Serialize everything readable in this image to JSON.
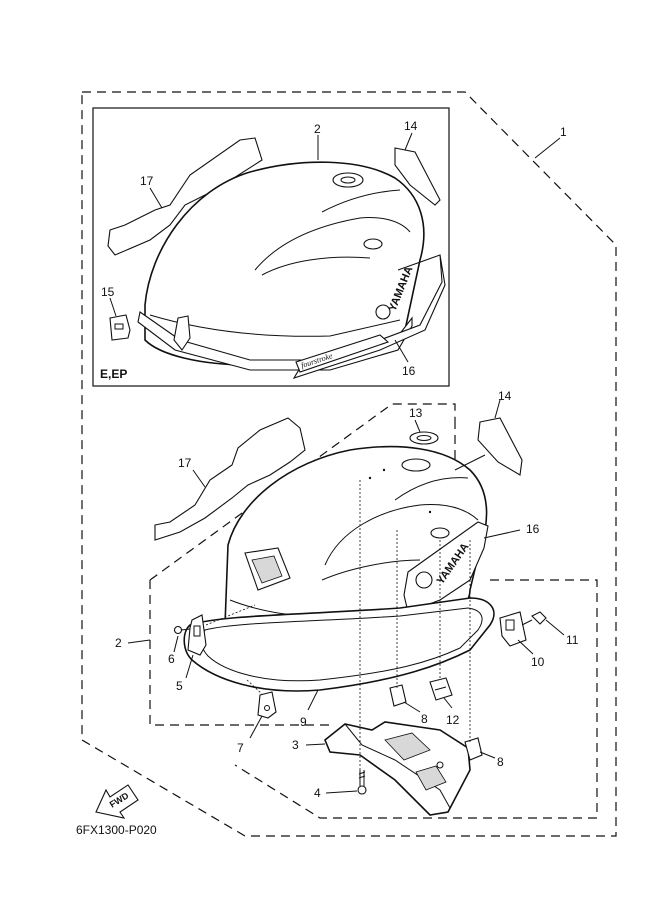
{
  "figure_code": "6FX1300-P020",
  "inset_label": "E,EP",
  "fwd_label": "FWD",
  "brand_text": "YAMAHA",
  "decal_text": "fourstroke",
  "inset_callouts": {
    "c1": "1",
    "c2": "2",
    "c14": "14",
    "c17": "17",
    "c15": "15",
    "c16": "16"
  },
  "main_callouts": {
    "c13": "13",
    "c14": "14",
    "c17": "17",
    "c16": "16",
    "c2": "2",
    "c11": "11",
    "c6": "6",
    "c5": "5",
    "c10": "10",
    "c9": "9",
    "c8a": "8",
    "c12": "12",
    "c7": "7",
    "c3": "3",
    "c8b": "8",
    "c4": "4"
  }
}
